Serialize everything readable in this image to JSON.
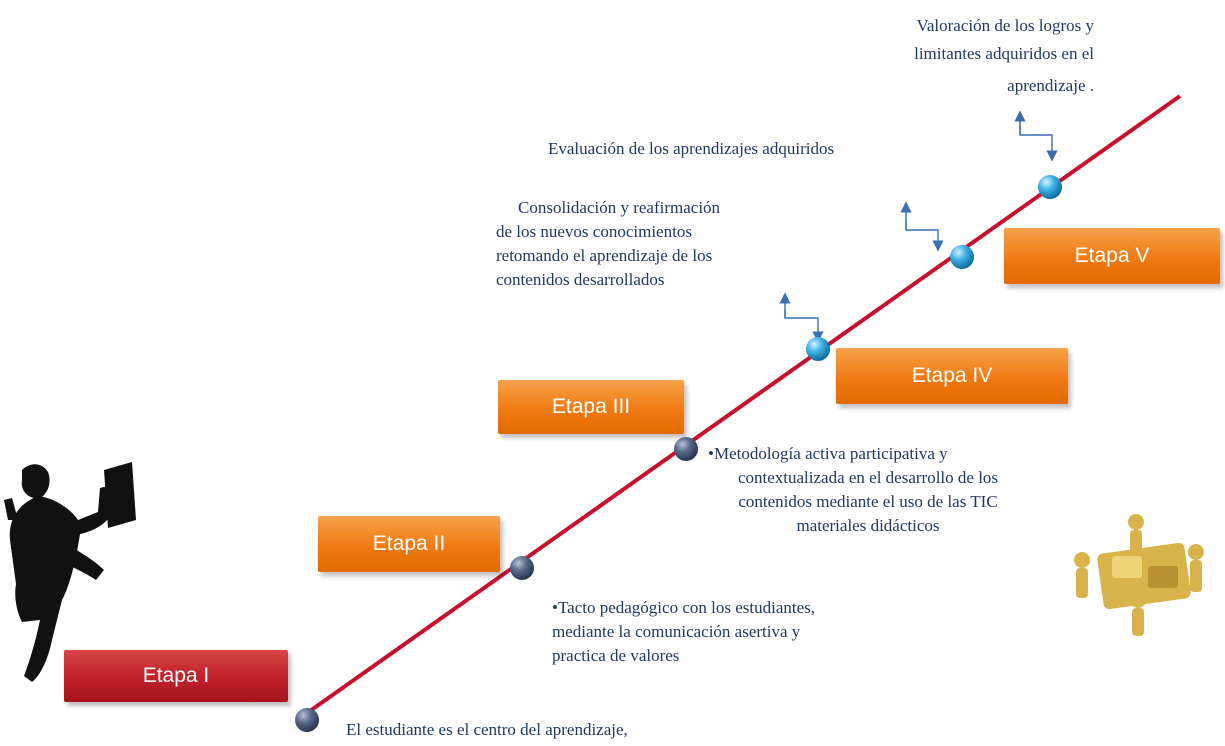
{
  "stages": [
    {
      "id": "etapa-1",
      "label": "Etapa I"
    },
    {
      "id": "etapa-2",
      "label": "Etapa II"
    },
    {
      "id": "etapa-3",
      "label": "Etapa  III"
    },
    {
      "id": "etapa-4",
      "label": "Etapa IV"
    },
    {
      "id": "etapa-5",
      "label": "Etapa V"
    }
  ],
  "descriptions": {
    "d1": "El estudiante es el centro del aprendizaje,",
    "d2_line1": "•Tacto pedagógico con los estudiantes,",
    "d2_line2": "mediante la comunicación asertiva y",
    "d2_line3": "practica de valores",
    "d3_line1": "•Metodología activa participativa y",
    "d3_line2": "contextualizada en el desarrollo de los",
    "d3_line3": "contenidos mediante el uso de las TIC",
    "d3_line4": "materiales didácticos",
    "d4_line1": "Consolidación y reafirmación",
    "d4_line2": "de los nuevos conocimientos",
    "d4_line3": "retomando el aprendizaje de los",
    "d4_line4": "contenidos desarrollados",
    "d5": "Evaluación de los aprendizajes adquiridos",
    "d6_line1": "Valoración de los logros y",
    "d6_line2": "limitantes adquiridos en el",
    "d6_line3": "aprendizaje ."
  },
  "colors": {
    "line": "#c8102e",
    "text": "#1f3864",
    "orange": "#ef7a12",
    "red": "#c0202a",
    "node_dark": "#4a5a78",
    "node_light": "#2fa4d8"
  },
  "icons": [
    "climber-silhouette-icon",
    "puzzle-figures-icon",
    "arrow-icon"
  ]
}
